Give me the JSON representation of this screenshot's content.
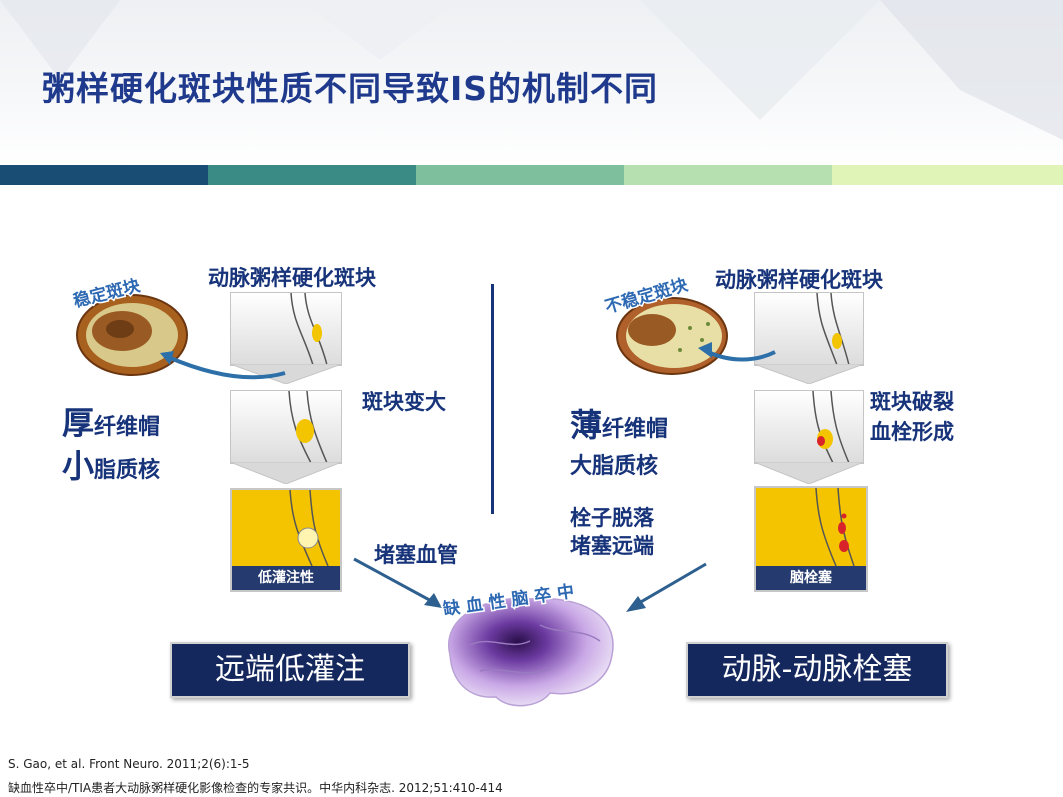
{
  "title": "粥样硬化斑块性质不同导致IS的机制不同",
  "colors": {
    "title": "#1f3a8c",
    "band": [
      "#1a4d73",
      "#3a8a86",
      "#7ec09d",
      "#b7e0b1",
      "#dff4b6"
    ],
    "result_box": "#14285e"
  },
  "left": {
    "plaque_label": "稳定斑块",
    "header": "动脉粥样硬化斑块",
    "step1": "斑块变大",
    "feature1_big": "厚",
    "feature1_rest": "纤维帽",
    "feature2_big": "小",
    "feature2_rest": "脂质核",
    "box_caption": "低灌注性",
    "step2": "堵塞血管",
    "result": "远端低灌注"
  },
  "right": {
    "plaque_label": "不稳定斑块",
    "header": "动脉粥样硬化斑块",
    "step1_line1": "斑块破裂",
    "step1_line2": "血栓形成",
    "feature1_big": "薄",
    "feature1_rest": "纤维帽",
    "feature2": "大脂质核",
    "step2_line1": "栓子脱落",
    "step2_line2": "堵塞远端",
    "box_caption": "脑栓塞",
    "result": "动脉-动脉栓塞"
  },
  "center": {
    "brain_label": "缺血性脑卒中"
  },
  "citations": [
    "S. Gao, et al. Front  Neuro. 2011;2(6):1-5",
    "缺血性卒中/TIA患者大动脉粥样硬化影像检查的专家共识。中华内科杂志. 2012;51:410-414"
  ],
  "icons": [
    "plaque-cross-section-icon",
    "artery-diagram-icon",
    "brain-icon",
    "arrow-icon"
  ]
}
